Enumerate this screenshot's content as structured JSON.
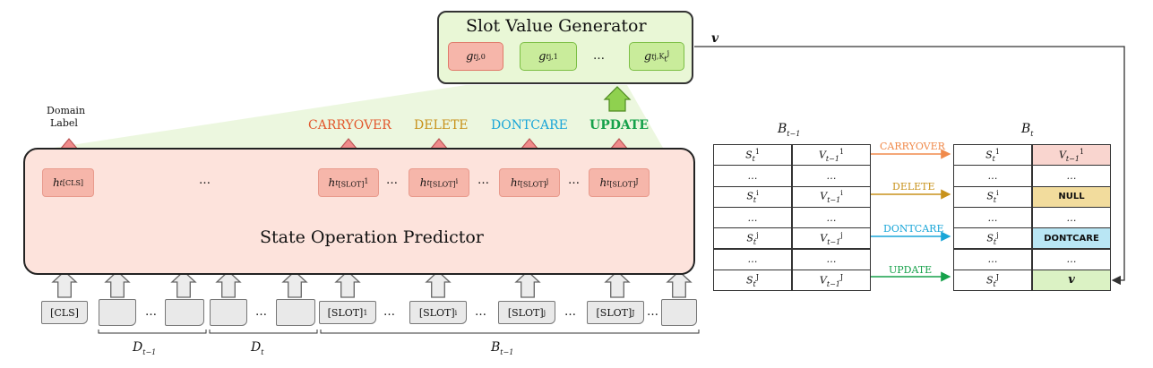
{
  "generator": {
    "title": "Slot Value Generator",
    "cells": [
      "g_t^{j,0}",
      "g_t^{j,1}",
      "…",
      "g_t^{j,K_t^j}"
    ],
    "output": "v"
  },
  "predictor": {
    "title": "State Operation Predictor",
    "domain_label": [
      "Domain",
      "Label"
    ],
    "hidden": [
      "h_t^[CLS]",
      "…",
      "h_t^[SLOT]^1",
      "…",
      "h_t^[SLOT]^i",
      "…",
      "h_t^[SLOT]^j",
      "…",
      "h_t^[SLOT]^J"
    ]
  },
  "operations": [
    {
      "label": "CARRYOVER",
      "color": "#e2572c"
    },
    {
      "label": "DELETE",
      "color": "#c8921b"
    },
    {
      "label": "DONTCARE",
      "color": "#1aa6d8"
    },
    {
      "label": "UPDATE",
      "color": "#16a14a"
    }
  ],
  "inputs": {
    "tokens": [
      "[CLS]",
      "[SLOT]^1",
      "[SLOT]^i",
      "[SLOT]^j",
      "[SLOT]^J"
    ],
    "dots": "…",
    "groups": [
      "D_{t-1}",
      "D_t",
      "B_{t-1}"
    ]
  },
  "tables": {
    "left_title": "B_{t-1}",
    "right_title": "B_t",
    "left_rows": [
      [
        "S_t^1",
        "V_{t-1}^1"
      ],
      [
        "…",
        "…"
      ],
      [
        "S_t^i",
        "V_{t-1}^i"
      ],
      [
        "…",
        "…"
      ],
      [
        "S_t^j",
        "V_{t-1}^j"
      ],
      [
        "…",
        "…"
      ],
      [
        "S_t^J",
        "V_{t-1}^J"
      ]
    ],
    "right_rows": [
      [
        "S_t^1",
        "V_{t-1}^1"
      ],
      [
        "…",
        "…"
      ],
      [
        "S_t^i",
        "NULL"
      ],
      [
        "…",
        "…"
      ],
      [
        "S_t^j",
        "DONTCARE"
      ],
      [
        "…",
        "…"
      ],
      [
        "S_t^J",
        "v"
      ]
    ],
    "arrows": [
      "CARRYOVER",
      "DELETE",
      "DONTCARE",
      "UPDATE"
    ]
  },
  "colors": {
    "hidden_fill": "#f6b6aa",
    "predictor_fill": "#fde3dc",
    "generator_fill": "#e9f7d6",
    "generator_cell": "#c9ec9b",
    "generator_first": "#f6b6aa",
    "null_fill": "#f2dc9d",
    "dontcare_fill": "#b9e6f4",
    "v_fill": "#dbf2c4"
  }
}
